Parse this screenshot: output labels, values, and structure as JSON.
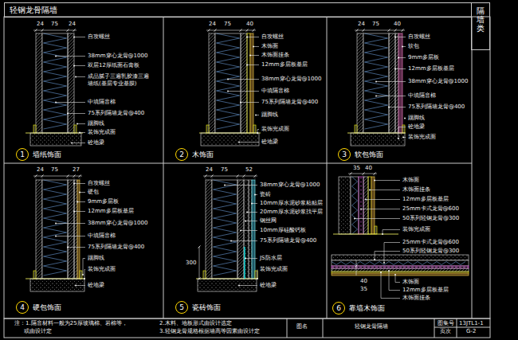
{
  "diagram": {
    "nodes": [
      {
        "text": [
          "轻钢龙骨隔墙"
        ]
      },
      {
        "text": [
          "隔墙类"
        ]
      },
      {
        "text": [
          "1",
          "墙纸饰面"
        ]
      },
      {
        "text": [
          "2",
          "木饰面"
        ]
      },
      {
        "text": [
          "3",
          "软包饰面"
        ]
      },
      {
        "text": [
          "4",
          "硬包饰面"
        ]
      },
      {
        "text": [
          "5",
          "瓷砖饰面"
        ]
      },
      {
        "text": [
          "6",
          "靠墙木饰面"
        ]
      }
    ],
    "labels": [
      "24",
      "75",
      "24",
      "自攻螺丝",
      "38mm穿心龙骨@1000",
      "双层12厚纸面石膏板",
      "成品腻子三遍乳胶漆三遍 墙纸(基层专业基膜)",
      "中填隔音棉",
      "75系列隔墙龙骨@400",
      "踢脚线",
      "装饰完成面",
      "砼地梁",
      "24",
      "75",
      "40",
      "自攻螺丝",
      "木饰面",
      "木饰面挂条",
      "12mm多层板基层",
      "38mm穿心龙骨@1000",
      "中填隔音棉",
      "75系列隔墙龙骨@400",
      "踢脚线",
      "装饰完成面",
      "砼地梁",
      "24",
      "75",
      "40",
      "自攻螺丝",
      "软包",
      "9mm多层板",
      "12mm多层板基层",
      "38mm穿心龙骨@1000",
      "中填隔音棉",
      "75系列隔墙龙骨@400",
      "踢脚线",
      "砼地梁",
      "装饰完成面",
      "24",
      "75",
      "27",
      "自攻螺丝",
      "硬包",
      "9mm多层板",
      "12mm多层板基层",
      "38mm穿心龙骨@1000",
      "中填隔音棉",
      "75系列隔墙龙骨@400",
      "踢脚线",
      "装饰完成面",
      "砼地梁",
      "24",
      "75",
      "52",
      "38mm穿心龙骨@1000",
      "瓷砖",
      "10mm厚水泥砂浆粘贴层",
      "20mm厚水泥砂浆找平层",
      "钢丝网",
      "10mm厚硅酸钙板",
      "75系列隔墙龙骨@400",
      "300",
      "JS防水层",
      "装饰完成面",
      "砼地梁",
      "35",
      "40",
      "木饰面",
      "木饰面挂条",
      "12mm多层板基层",
      "25mm卡式龙骨@600",
      "50系列轻钢龙骨@300",
      "装饰完成面",
      "25mm卡式龙骨@600",
      "50系列轻钢龙骨@300",
      "木饰面",
      "12mm多层板基层",
      "木饰面挂条",
      "40",
      "35",
      "注：1.隔音材料一般为25厚玻璃棉、岩棉等，",
      "或由设计定",
      "2.木料、地板形式由设计选定",
      "3.轻钢龙骨规格根据墙高等因素由设计定",
      "图名",
      "轻钢龙骨隔墙",
      "图集号",
      "13JTL1-1",
      "页次",
      "G-2"
    ]
  }
}
